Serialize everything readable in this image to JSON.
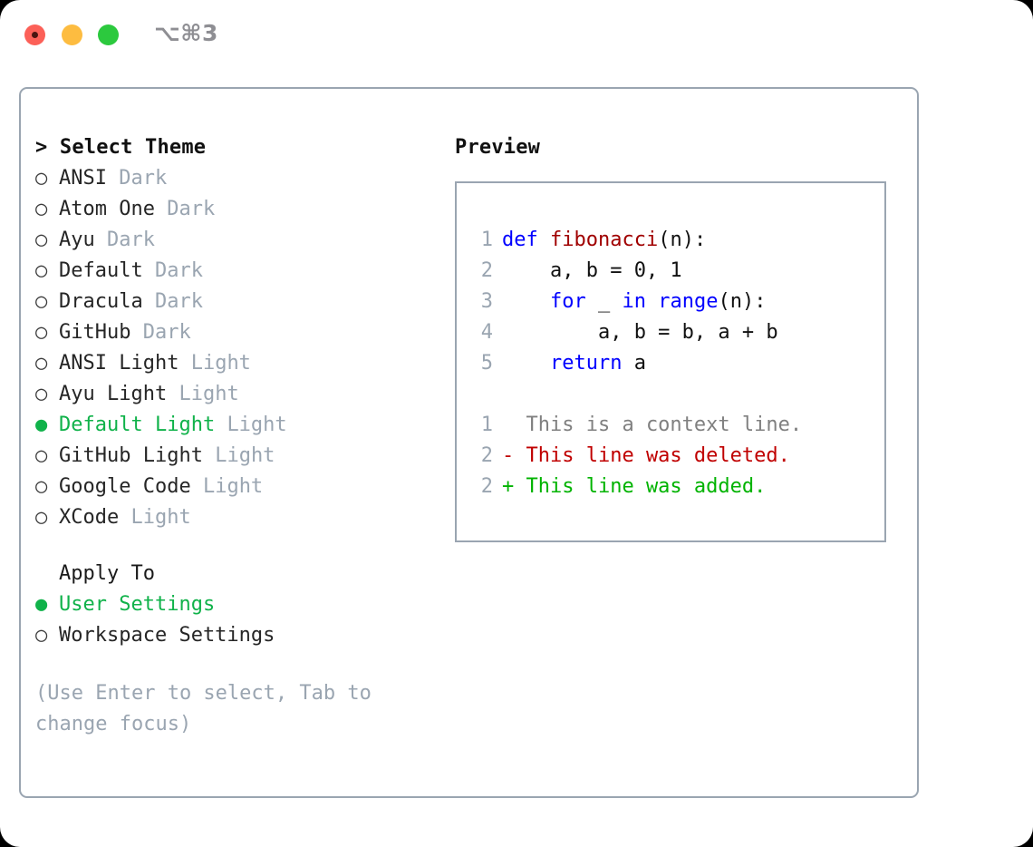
{
  "window": {
    "title": "⌥⌘3",
    "traffic_lights": [
      {
        "name": "close",
        "color": "#fc6058"
      },
      {
        "name": "minimize",
        "color": "#fdbc40"
      },
      {
        "name": "maximize",
        "color": "#2cc93e"
      }
    ]
  },
  "theme_picker": {
    "header": "> Select Theme",
    "selected_bullet": "●",
    "unselected_bullet": "○",
    "items": [
      {
        "name": "ANSI",
        "variant": "Dark",
        "selected": false
      },
      {
        "name": "Atom One",
        "variant": "Dark",
        "selected": false
      },
      {
        "name": "Ayu",
        "variant": "Dark",
        "selected": false
      },
      {
        "name": "Default",
        "variant": "Dark",
        "selected": false
      },
      {
        "name": "Dracula",
        "variant": "Dark",
        "selected": false
      },
      {
        "name": "GitHub",
        "variant": "Dark",
        "selected": false
      },
      {
        "name": "ANSI Light",
        "variant": "Light",
        "selected": false
      },
      {
        "name": "Ayu Light",
        "variant": "Light",
        "selected": false
      },
      {
        "name": "Default Light",
        "variant": "Light",
        "selected": true
      },
      {
        "name": "GitHub Light",
        "variant": "Light",
        "selected": false
      },
      {
        "name": "Google Code",
        "variant": "Light",
        "selected": false
      },
      {
        "name": "XCode",
        "variant": "Light",
        "selected": false
      }
    ]
  },
  "apply_to": {
    "header": "Apply To",
    "options": [
      {
        "label": "User Settings",
        "selected": true
      },
      {
        "label": "Workspace Settings",
        "selected": false
      }
    ]
  },
  "hint": "(Use Enter to select, Tab to change focus)",
  "preview": {
    "header": "Preview",
    "code_lines": [
      {
        "lineno": "1",
        "tokens": [
          {
            "t": "def",
            "c": "kw"
          },
          {
            "t": " ",
            "c": "plain"
          },
          {
            "t": "fibonacci",
            "c": "fn"
          },
          {
            "t": "(n):",
            "c": "plain"
          }
        ]
      },
      {
        "lineno": "2",
        "tokens": [
          {
            "t": "    a, b = 0, 1",
            "c": "plain"
          }
        ]
      },
      {
        "lineno": "3",
        "tokens": [
          {
            "t": "    ",
            "c": "plain"
          },
          {
            "t": "for",
            "c": "kw"
          },
          {
            "t": " _ ",
            "c": "plain"
          },
          {
            "t": "in",
            "c": "kw"
          },
          {
            "t": " ",
            "c": "plain"
          },
          {
            "t": "range",
            "c": "kw"
          },
          {
            "t": "(n):",
            "c": "plain"
          }
        ]
      },
      {
        "lineno": "4",
        "tokens": [
          {
            "t": "        a, b = b, a + b",
            "c": "plain"
          }
        ]
      },
      {
        "lineno": "5",
        "tokens": [
          {
            "t": "    ",
            "c": "plain"
          },
          {
            "t": "return",
            "c": "kw"
          },
          {
            "t": " a",
            "c": "plain"
          }
        ]
      }
    ],
    "diff_lines": [
      {
        "lineno": "1",
        "tokens": [
          {
            "t": "  This is a context line.",
            "c": "ctx"
          }
        ]
      },
      {
        "lineno": "2",
        "tokens": [
          {
            "t": "- This line was deleted.",
            "c": "del"
          }
        ]
      },
      {
        "lineno": "2",
        "tokens": [
          {
            "t": "+ This line was added.",
            "c": "add"
          }
        ]
      }
    ]
  },
  "colors": {
    "selection_green": "#10b24a",
    "muted": "#9aa5b1",
    "keyword_blue": "#0000ff",
    "function_red": "#a00000",
    "diff_deleted": "#c00000",
    "diff_added": "#00b300",
    "border": "#9aa5b1"
  }
}
